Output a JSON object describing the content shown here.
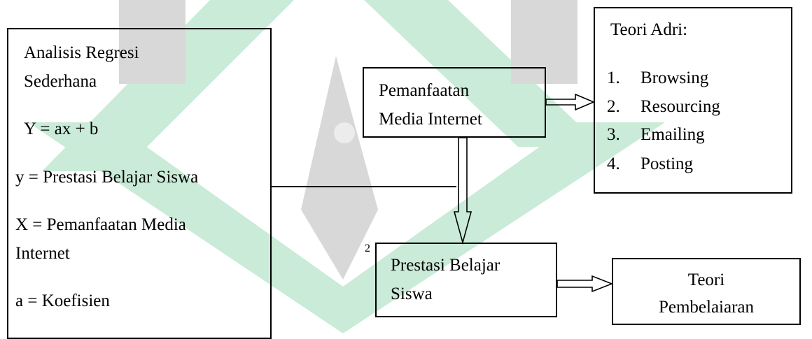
{
  "left_box": {
    "line1": "Analisis Regresi",
    "line2": "Sederhana",
    "equation": "Y = ax + b",
    "def_y": "y = Prestasi Belajar Siswa",
    "def_x1": "X = Pemanfaatan Media",
    "def_x2": "Internet",
    "def_a": "a = Koefisien"
  },
  "center_box": {
    "line1": "Pemanfaatan",
    "line2": "Media Internet"
  },
  "theory_box": {
    "title": "Teori Adri:",
    "items": [
      {
        "num": "1.",
        "label": "Browsing"
      },
      {
        "num": "2.",
        "label": "Resourcing"
      },
      {
        "num": "3.",
        "label": "Emailing"
      },
      {
        "num": "4.",
        "label": "Posting"
      }
    ]
  },
  "outcome_box": {
    "line1": "Prestasi Belajar",
    "line2": "Siswa",
    "footnote": "2"
  },
  "learning_box": {
    "line1": "Teori",
    "line2": "Pembelaiaran"
  },
  "colors": {
    "watermark_green": "#c9ebd8",
    "watermark_gray": "#d8d8d8"
  }
}
